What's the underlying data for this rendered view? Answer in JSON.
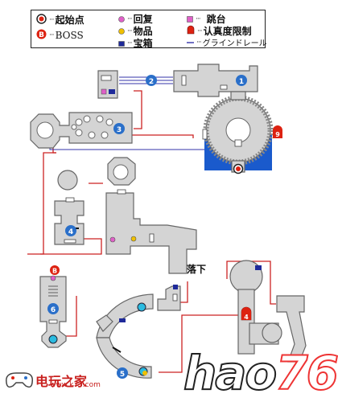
{
  "legend": {
    "start": "起始点",
    "boss": "BOSS",
    "heal": "回复",
    "item": "物品",
    "chest": "宝箱",
    "jump": "跳台",
    "limit": "认真度限制",
    "grind": "グラインドレール",
    "boss_badge": "B"
  },
  "map_labels": {
    "drop": "落下"
  },
  "markers": [
    "1",
    "2",
    "3",
    "4",
    "5",
    "6",
    "4",
    "9"
  ],
  "watermark": {
    "site_name": "电玩之家",
    "site_url": "www.k73.com",
    "brand_a": "hao",
    "brand_b": "76"
  },
  "colors": {
    "room_fill": "#d4d4d4",
    "room_stroke": "#666666",
    "path_red": "#cc2222",
    "rail_blue": "#3333aa",
    "water_blue": "#1a5acc",
    "marker_blue": "#2a6fc9",
    "marker_red": "#cc2222"
  }
}
